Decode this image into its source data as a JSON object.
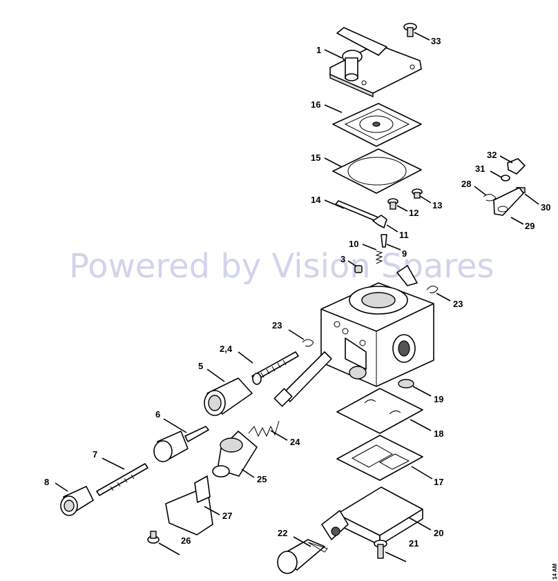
{
  "watermark": "Powered by Vision Spares",
  "diagram_code": "14 AM",
  "callouts": {
    "p1": "1",
    "p16": "16",
    "p15": "15",
    "p14": "14",
    "p33": "33",
    "p32": "32",
    "p31": "31",
    "p28": "28",
    "p30": "30",
    "p29": "29",
    "p13": "13",
    "p12": "12",
    "p11": "11",
    "p10": "10",
    "p9": "9",
    "p3": "3",
    "p23a": "23",
    "p23b": "23",
    "p24lbl": "2,4",
    "p5": "5",
    "p6": "6",
    "p7": "7",
    "p8": "8",
    "p24": "24",
    "p25": "25",
    "p27": "27",
    "p26": "26",
    "p22": "22",
    "p21": "21",
    "p20": "20",
    "p17": "17",
    "p18": "18",
    "p19": "19"
  }
}
